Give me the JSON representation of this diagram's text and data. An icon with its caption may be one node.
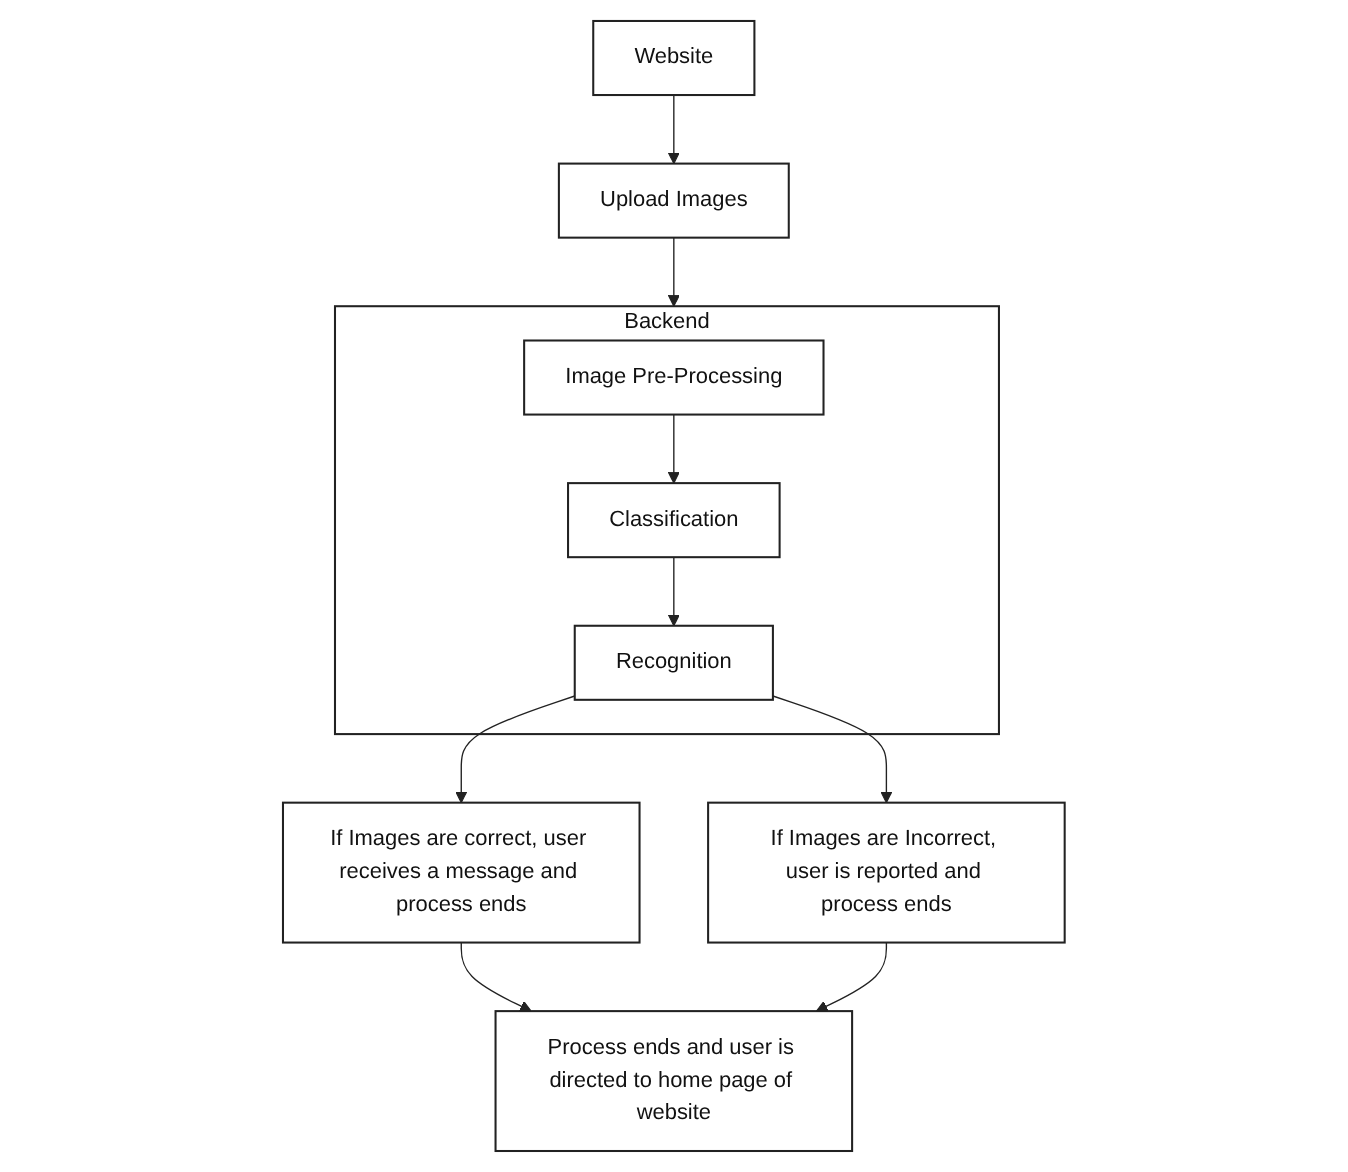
{
  "diagram": {
    "nodes": [
      {
        "text": [
          "Website"
        ]
      },
      {
        "text": [
          "Upload Images"
        ]
      },
      {
        "text": [
          "Backend"
        ]
      },
      {
        "text": [
          "Image Pre-Processing"
        ],
        "in": 2
      },
      {
        "text": [
          "Classification"
        ],
        "in": 2
      },
      {
        "text": [
          "Recognition"
        ],
        "in": 2
      },
      {
        "text": [
          "If Images are correct, user receives a message and process ends"
        ]
      },
      {
        "text": [
          "If Images are Incorrect, user is reported and process ends"
        ]
      },
      {
        "text": [
          "Process ends and user is directed to home page of website"
        ]
      }
    ],
    "edges": [
      {
        "from": 0,
        "to": 1,
        "arrow": "to"
      },
      {
        "from": 1,
        "to": 2,
        "arrow": "to"
      },
      {
        "from": 3,
        "to": 4,
        "arrow": "to"
      },
      {
        "from": 4,
        "to": 5,
        "arrow": "to"
      },
      {
        "from": 5,
        "to": 6,
        "arrow": "to"
      },
      {
        "from": 5,
        "to": 7,
        "arrow": "to"
      },
      {
        "from": 6,
        "to": 8,
        "arrow": "to"
      },
      {
        "from": 7,
        "to": 8,
        "arrow": "to"
      }
    ]
  }
}
